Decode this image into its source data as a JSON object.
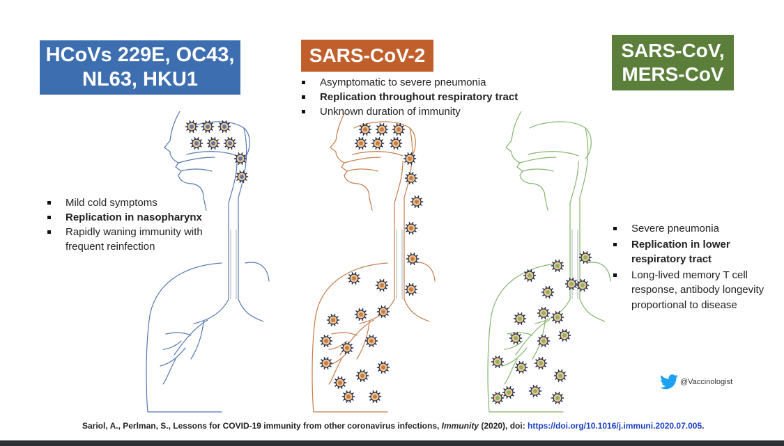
{
  "panels": [
    {
      "title": "HCoVs 229E, OC43, NL63, HKU1",
      "title_color": "#3d6eb0",
      "line_color": "#5478b0",
      "bullets": [
        {
          "text": "Mild cold symptoms",
          "bold": false
        },
        {
          "text": "Replication in nasopharynx",
          "bold": true
        },
        {
          "text": "Rapidly waning immunity with frequent reinfection",
          "bold": false
        }
      ]
    },
    {
      "title": "SARS-CoV-2",
      "title_color": "#c05f2b",
      "line_color": "#c57b4a",
      "bullets": [
        {
          "text": "Asymptomatic to severe pneumonia",
          "bold": false
        },
        {
          "text": "Replication throughout respiratory tract",
          "bold": true
        },
        {
          "text": "Unknown duration of immunity",
          "bold": false
        }
      ]
    },
    {
      "title": "SARS-CoV, MERS-CoV",
      "title_color": "#5b7f3a",
      "line_color": "#84b46d",
      "bullets": [
        {
          "text": "Severe pneumonia",
          "bold": false
        },
        {
          "text": "Replication in lower respiratory tract",
          "bold": true
        },
        {
          "text": "Long-lived memory T cell response, antibody longevity proportional to disease",
          "bold": false
        }
      ]
    }
  ],
  "twitter": {
    "handle": "@Vaccinologist",
    "icon": "twitter-bird-icon",
    "color": "#1da1f2"
  },
  "citation": {
    "authors": "Sariol, A., Perlman, S., Lessons for COVID-19 immunity from other coronavirus infections, ",
    "journal": "Immunity",
    "year_doi": " (2020), doi: ",
    "doi": "https://doi.org/10.1016/j.immuni.2020.07.005",
    "end": "."
  },
  "icons": {
    "virus": "virus-particle-icon"
  }
}
